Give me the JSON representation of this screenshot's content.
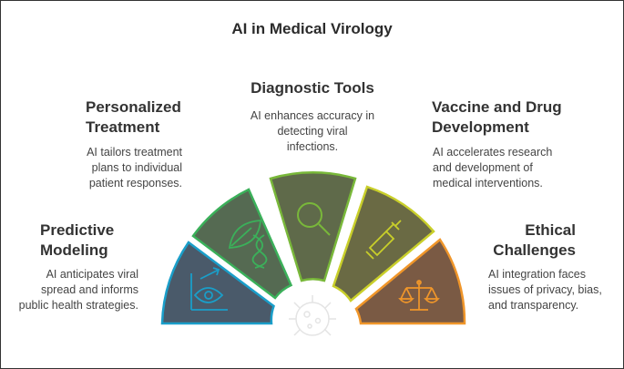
{
  "title": "AI in Medical Virology",
  "segments": [
    {
      "heading_line1": "Predictive",
      "heading_line2": "Modeling",
      "desc_line1": "AI anticipates viral",
      "desc_line2": "spread and informs",
      "desc_line3": "public health strategies.",
      "icon": "eye-chart-icon",
      "color": "#4a5a6a"
    },
    {
      "heading_line1": "Personalized",
      "heading_line2": "Treatment",
      "desc_line1": "AI tailors treatment",
      "desc_line2": "plans to individual",
      "desc_line3": "patient responses.",
      "icon": "leaf-dna-icon",
      "color": "#556a52"
    },
    {
      "heading_line1": "Diagnostic Tools",
      "heading_line2": "",
      "desc_line1": "AI enhances accuracy in",
      "desc_line2": "detecting viral",
      "desc_line3": "infections.",
      "icon": "magnifier-icon",
      "color": "#5f6a4a"
    },
    {
      "heading_line1": "Vaccine and Drug",
      "heading_line2": "Development",
      "desc_line1": "AI accelerates research",
      "desc_line2": "and development of",
      "desc_line3": "medical interventions.",
      "icon": "syringe-icon",
      "color": "#6a6a44"
    },
    {
      "heading_line1": "Ethical",
      "heading_line2": "Challenges",
      "desc_line1": "AI integration faces",
      "desc_line2": "issues of privacy, bias,",
      "desc_line3": "and transparency.",
      "icon": "scales-icon",
      "color": "#7a5a44"
    }
  ],
  "accents": {
    "predictive": "#1a9ec9",
    "personalized": "#3bb05a",
    "diagnostic": "#79b83a",
    "vaccine": "#c9cf2a",
    "ethical": "#f0962a"
  },
  "center_icon": "virus-icon"
}
